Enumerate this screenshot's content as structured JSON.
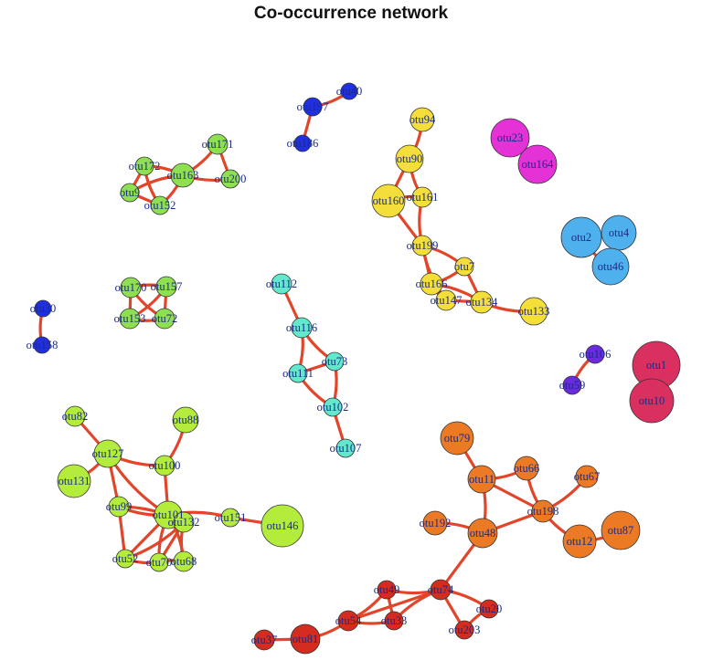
{
  "title": "Co-occurrence network",
  "edge_color": "#e2452a",
  "groups": {
    "green": "#8ee050",
    "blue": "#2030e0",
    "yellow": "#f3de3a",
    "magenta": "#e432d6",
    "skyblue": "#4fb0ee",
    "teal": "#62e8cc",
    "purple": "#6a2ae0",
    "crimson": "#da3060",
    "lime": "#b4ec3c",
    "orange": "#ec7a24",
    "red": "#d42c1e"
  },
  "nodes": [
    {
      "id": "otu171",
      "label": "otu171",
      "group": "green",
      "size": 1.1
    },
    {
      "id": "otu172",
      "label": "otu172",
      "group": "green",
      "size": 1.0
    },
    {
      "id": "otu163",
      "label": "otu163",
      "group": "green",
      "size": 1.3
    },
    {
      "id": "otu200",
      "label": "otu200",
      "group": "green",
      "size": 1.0
    },
    {
      "id": "otu9",
      "label": "otu9",
      "group": "green",
      "size": 1.0
    },
    {
      "id": "otu152",
      "label": "otu152",
      "group": "green",
      "size": 1.0
    },
    {
      "id": "otu170",
      "label": "otu170",
      "group": "green",
      "size": 1.1
    },
    {
      "id": "otu157",
      "label": "otu157",
      "group": "green",
      "size": 1.1
    },
    {
      "id": "otu153",
      "label": "otu153",
      "group": "green",
      "size": 1.1
    },
    {
      "id": "otu72",
      "label": "otu72",
      "group": "green",
      "size": 1.1
    },
    {
      "id": "otu40",
      "label": "otu40",
      "group": "blue",
      "size": 0.9
    },
    {
      "id": "otu197",
      "label": "otu197",
      "group": "blue",
      "size": 1.0
    },
    {
      "id": "otu186",
      "label": "otu186",
      "group": "blue",
      "size": 0.9
    },
    {
      "id": "otu30",
      "label": "otu30",
      "group": "blue",
      "size": 0.9
    },
    {
      "id": "otu158",
      "label": "otu158",
      "group": "blue",
      "size": 0.9
    },
    {
      "id": "otu94",
      "label": "otu94",
      "group": "yellow",
      "size": 1.3
    },
    {
      "id": "otu90",
      "label": "otu90",
      "group": "yellow",
      "size": 1.5
    },
    {
      "id": "otu160",
      "label": "otu160",
      "group": "yellow",
      "size": 1.8
    },
    {
      "id": "otu161",
      "label": "otu161",
      "group": "yellow",
      "size": 1.1
    },
    {
      "id": "otu199",
      "label": "otu199",
      "group": "yellow",
      "size": 1.1
    },
    {
      "id": "otu7",
      "label": "otu7",
      "group": "yellow",
      "size": 1.0
    },
    {
      "id": "otu166",
      "label": "otu166",
      "group": "yellow",
      "size": 1.2
    },
    {
      "id": "otu147",
      "label": "otu147",
      "group": "yellow",
      "size": 1.1
    },
    {
      "id": "otu134",
      "label": "otu134",
      "group": "yellow",
      "size": 1.2
    },
    {
      "id": "otu133",
      "label": "otu133",
      "group": "yellow",
      "size": 1.5
    },
    {
      "id": "otu23",
      "label": "otu23",
      "group": "magenta",
      "size": 2.1
    },
    {
      "id": "otu164",
      "label": "otu164",
      "group": "magenta",
      "size": 2.1
    },
    {
      "id": "otu2",
      "label": "otu2",
      "group": "skyblue",
      "size": 2.2
    },
    {
      "id": "otu4",
      "label": "otu4",
      "group": "skyblue",
      "size": 1.9
    },
    {
      "id": "otu46",
      "label": "otu46",
      "group": "skyblue",
      "size": 2.0
    },
    {
      "id": "otu112",
      "label": "otu112",
      "group": "teal",
      "size": 1.1
    },
    {
      "id": "otu116",
      "label": "otu116",
      "group": "teal",
      "size": 1.1
    },
    {
      "id": "otu73",
      "label": "otu73",
      "group": "teal",
      "size": 1.0
    },
    {
      "id": "otu111",
      "label": "otu111",
      "group": "teal",
      "size": 1.0
    },
    {
      "id": "otu102",
      "label": "otu102",
      "group": "teal",
      "size": 1.0
    },
    {
      "id": "otu107",
      "label": "otu107",
      "group": "teal",
      "size": 1.0
    },
    {
      "id": "otu106",
      "label": "otu106",
      "group": "purple",
      "size": 1.0
    },
    {
      "id": "otu59",
      "label": "otu59",
      "group": "purple",
      "size": 1.0
    },
    {
      "id": "otu1",
      "label": "otu1",
      "group": "crimson",
      "size": 2.6
    },
    {
      "id": "otu10",
      "label": "otu10",
      "group": "crimson",
      "size": 2.4
    },
    {
      "id": "otu82",
      "label": "otu82",
      "group": "lime",
      "size": 1.1
    },
    {
      "id": "otu88",
      "label": "otu88",
      "group": "lime",
      "size": 1.4
    },
    {
      "id": "otu127",
      "label": "otu127",
      "group": "lime",
      "size": 1.5
    },
    {
      "id": "otu100",
      "label": "otu100",
      "group": "lime",
      "size": 1.1
    },
    {
      "id": "otu131",
      "label": "otu131",
      "group": "lime",
      "size": 1.8
    },
    {
      "id": "otu99",
      "label": "otu99",
      "group": "lime",
      "size": 1.1
    },
    {
      "id": "otu101",
      "label": "otu101",
      "group": "lime",
      "size": 1.5
    },
    {
      "id": "otu132",
      "label": "otu132",
      "group": "lime",
      "size": 1.1
    },
    {
      "id": "otu151",
      "label": "otu151",
      "group": "lime",
      "size": 1.0
    },
    {
      "id": "otu146",
      "label": "otu146",
      "group": "lime",
      "size": 2.3
    },
    {
      "id": "otu52",
      "label": "otu52",
      "group": "lime",
      "size": 1.0
    },
    {
      "id": "otu70",
      "label": "otu70",
      "group": "lime",
      "size": 1.0
    },
    {
      "id": "otu68",
      "label": "otu68",
      "group": "lime",
      "size": 1.1
    },
    {
      "id": "otu79",
      "label": "otu79",
      "group": "orange",
      "size": 1.8
    },
    {
      "id": "otu11",
      "label": "otu11",
      "group": "orange",
      "size": 1.5
    },
    {
      "id": "otu66",
      "label": "otu66",
      "group": "orange",
      "size": 1.3
    },
    {
      "id": "otu67",
      "label": "otu67",
      "group": "orange",
      "size": 1.2
    },
    {
      "id": "otu198",
      "label": "otu198",
      "group": "orange",
      "size": 1.2
    },
    {
      "id": "otu192",
      "label": "otu192",
      "group": "orange",
      "size": 1.3
    },
    {
      "id": "otu48",
      "label": "otu48",
      "group": "orange",
      "size": 1.6
    },
    {
      "id": "otu12",
      "label": "otu12",
      "group": "orange",
      "size": 1.8
    },
    {
      "id": "otu87",
      "label": "otu87",
      "group": "orange",
      "size": 2.1
    },
    {
      "id": "otu49",
      "label": "otu49",
      "group": "red",
      "size": 1.0
    },
    {
      "id": "otu74",
      "label": "otu74",
      "group": "red",
      "size": 1.1
    },
    {
      "id": "otu20",
      "label": "otu20",
      "group": "red",
      "size": 1.0
    },
    {
      "id": "otu54",
      "label": "otu54",
      "group": "red",
      "size": 1.1
    },
    {
      "id": "otu33",
      "label": "otu33",
      "group": "red",
      "size": 1.0
    },
    {
      "id": "otu203",
      "label": "otu203",
      "group": "red",
      "size": 1.0
    },
    {
      "id": "otu37",
      "label": "otu37",
      "group": "red",
      "size": 1.1
    },
    {
      "id": "otu81",
      "label": "otu81",
      "group": "red",
      "size": 1.6
    }
  ],
  "edges": [
    [
      "otu171",
      "otu163"
    ],
    [
      "otu171",
      "otu200"
    ],
    [
      "otu163",
      "otu200"
    ],
    [
      "otu172",
      "otu163"
    ],
    [
      "otu172",
      "otu9"
    ],
    [
      "otu172",
      "otu152"
    ],
    [
      "otu9",
      "otu163"
    ],
    [
      "otu9",
      "otu152"
    ],
    [
      "otu152",
      "otu163"
    ],
    [
      "otu170",
      "otu157"
    ],
    [
      "otu170",
      "otu153"
    ],
    [
      "otu170",
      "otu72"
    ],
    [
      "otu157",
      "otu153"
    ],
    [
      "otu157",
      "otu72"
    ],
    [
      "otu153",
      "otu72"
    ],
    [
      "otu40",
      "otu197"
    ],
    [
      "otu197",
      "otu186"
    ],
    [
      "otu30",
      "otu158"
    ],
    [
      "otu94",
      "otu90"
    ],
    [
      "otu90",
      "otu160"
    ],
    [
      "otu90",
      "otu161"
    ],
    [
      "otu160",
      "otu161"
    ],
    [
      "otu160",
      "otu199"
    ],
    [
      "otu161",
      "otu199"
    ],
    [
      "otu199",
      "otu7"
    ],
    [
      "otu199",
      "otu166"
    ],
    [
      "otu199",
      "otu147"
    ],
    [
      "otu7",
      "otu166"
    ],
    [
      "otu7",
      "otu134"
    ],
    [
      "otu166",
      "otu147"
    ],
    [
      "otu166",
      "otu134"
    ],
    [
      "otu147",
      "otu134"
    ],
    [
      "otu134",
      "otu133"
    ],
    [
      "otu23",
      "otu164"
    ],
    [
      "otu2",
      "otu4"
    ],
    [
      "otu2",
      "otu46"
    ],
    [
      "otu4",
      "otu46"
    ],
    [
      "otu112",
      "otu116"
    ],
    [
      "otu116",
      "otu73"
    ],
    [
      "otu116",
      "otu111"
    ],
    [
      "otu111",
      "otu73"
    ],
    [
      "otu111",
      "otu102"
    ],
    [
      "otu73",
      "otu102"
    ],
    [
      "otu102",
      "otu107"
    ],
    [
      "otu106",
      "otu59"
    ],
    [
      "otu1",
      "otu10"
    ],
    [
      "otu82",
      "otu127"
    ],
    [
      "otu127",
      "otu100"
    ],
    [
      "otu127",
      "otu131"
    ],
    [
      "otu127",
      "otu99"
    ],
    [
      "otu127",
      "otu101"
    ],
    [
      "otu88",
      "otu100"
    ],
    [
      "otu100",
      "otu101"
    ],
    [
      "otu99",
      "otu101"
    ],
    [
      "otu99",
      "otu132"
    ],
    [
      "otu99",
      "otu52"
    ],
    [
      "otu101",
      "otu132"
    ],
    [
      "otu101",
      "otu151"
    ],
    [
      "otu101",
      "otu52"
    ],
    [
      "otu101",
      "otu70"
    ],
    [
      "otu101",
      "otu68"
    ],
    [
      "otu132",
      "otu70"
    ],
    [
      "otu132",
      "otu68"
    ],
    [
      "otu132",
      "otu52"
    ],
    [
      "otu151",
      "otu146"
    ],
    [
      "otu52",
      "otu70"
    ],
    [
      "otu70",
      "otu68"
    ],
    [
      "otu79",
      "otu11"
    ],
    [
      "otu11",
      "otu66"
    ],
    [
      "otu11",
      "otu48"
    ],
    [
      "otu11",
      "otu198"
    ],
    [
      "otu66",
      "otu198"
    ],
    [
      "otu67",
      "otu198"
    ],
    [
      "otu198",
      "otu48"
    ],
    [
      "otu198",
      "otu12"
    ],
    [
      "otu192",
      "otu48"
    ],
    [
      "otu48",
      "otu74"
    ],
    [
      "otu12",
      "otu87"
    ],
    [
      "otu74",
      "otu49"
    ],
    [
      "otu74",
      "otu54"
    ],
    [
      "otu74",
      "otu33"
    ],
    [
      "otu74",
      "otu20"
    ],
    [
      "otu74",
      "otu203"
    ],
    [
      "otu20",
      "otu203"
    ],
    [
      "otu49",
      "otu54"
    ],
    [
      "otu49",
      "otu33"
    ],
    [
      "otu54",
      "otu33"
    ],
    [
      "otu54",
      "otu81"
    ],
    [
      "otu81",
      "otu37"
    ]
  ]
}
